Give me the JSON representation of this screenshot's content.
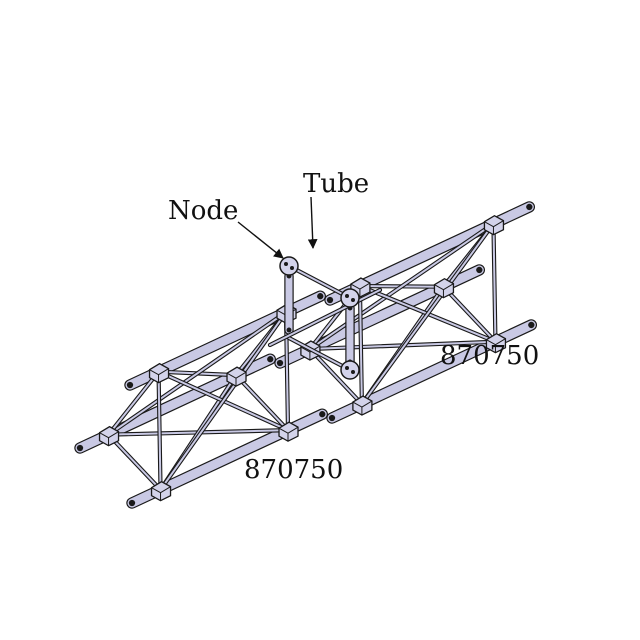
{
  "labels": {
    "node": "Node",
    "tube": "Tube",
    "part_upper": "870750",
    "part_lower": "870750"
  },
  "colors": {
    "tube_fill": "#c9c9e4",
    "tube_shade": "#a6a6cf",
    "outline": "#1a1a1a",
    "node_fill": "#d3d3ea",
    "background": "#ffffff"
  }
}
